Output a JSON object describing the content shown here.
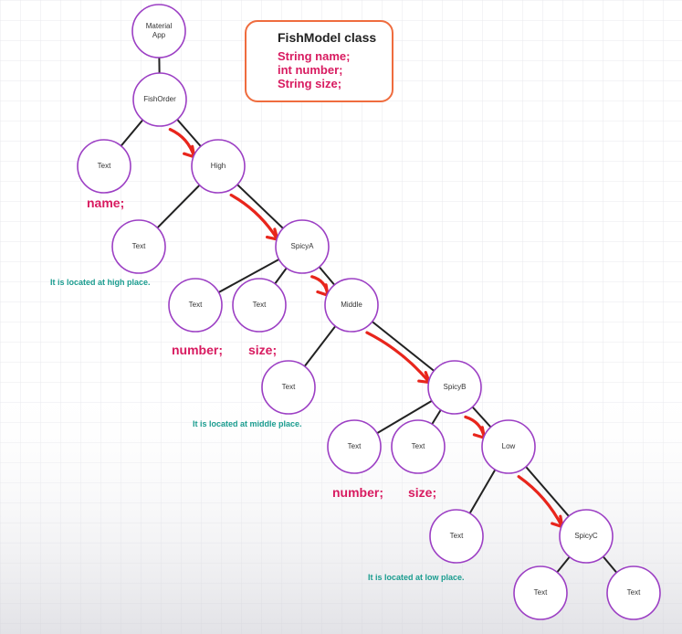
{
  "class_box": {
    "title": "FishModel class",
    "fields": [
      "String name;",
      "int number;",
      "String size;"
    ]
  },
  "nodes": [
    {
      "id": "material-app",
      "lines": [
        "Material",
        "App"
      ]
    },
    {
      "id": "fishorder",
      "lines": [
        "FishOrder"
      ]
    },
    {
      "id": "text-name",
      "lines": [
        "Text"
      ]
    },
    {
      "id": "high",
      "lines": [
        "High"
      ]
    },
    {
      "id": "text-high",
      "lines": [
        "Text"
      ]
    },
    {
      "id": "spicya",
      "lines": [
        "SpicyA"
      ]
    },
    {
      "id": "text-number-a",
      "lines": [
        "Text"
      ]
    },
    {
      "id": "text-size-a",
      "lines": [
        "Text"
      ]
    },
    {
      "id": "middle",
      "lines": [
        "Middle"
      ]
    },
    {
      "id": "text-middle",
      "lines": [
        "Text"
      ]
    },
    {
      "id": "spicyb",
      "lines": [
        "SpicyB"
      ]
    },
    {
      "id": "text-number-b",
      "lines": [
        "Text"
      ]
    },
    {
      "id": "text-size-b",
      "lines": [
        "Text"
      ]
    },
    {
      "id": "low",
      "lines": [
        "Low"
      ]
    },
    {
      "id": "text-low",
      "lines": [
        "Text"
      ]
    },
    {
      "id": "spicyc",
      "lines": [
        "SpicyC"
      ]
    },
    {
      "id": "text-c1",
      "lines": [
        "Text"
      ]
    },
    {
      "id": "text-c2",
      "lines": [
        "Text"
      ]
    }
  ],
  "edges": [
    [
      "material-app",
      "fishorder"
    ],
    [
      "fishorder",
      "text-name"
    ],
    [
      "fishorder",
      "high"
    ],
    [
      "high",
      "text-high"
    ],
    [
      "high",
      "spicya"
    ],
    [
      "spicya",
      "text-number-a"
    ],
    [
      "spicya",
      "text-size-a"
    ],
    [
      "spicya",
      "middle"
    ],
    [
      "middle",
      "text-middle"
    ],
    [
      "middle",
      "spicyb"
    ],
    [
      "spicyb",
      "text-number-b"
    ],
    [
      "spicyb",
      "text-size-b"
    ],
    [
      "spicyb",
      "low"
    ],
    [
      "low",
      "text-low"
    ],
    [
      "low",
      "spicyc"
    ],
    [
      "spicyc",
      "text-c1"
    ],
    [
      "spicyc",
      "text-c2"
    ]
  ],
  "arrows": [
    [
      "fishorder",
      "high"
    ],
    [
      "high",
      "spicya"
    ],
    [
      "spicya",
      "middle"
    ],
    [
      "middle",
      "spicyb"
    ],
    [
      "spicyb",
      "low"
    ],
    [
      "low",
      "spicyc"
    ]
  ],
  "annotations": [
    {
      "id": "name-label",
      "text": "name;",
      "style": "red"
    },
    {
      "id": "number-a-label",
      "text": "number;",
      "style": "red"
    },
    {
      "id": "size-a-label",
      "text": "size;",
      "style": "red"
    },
    {
      "id": "number-b-label",
      "text": "number;",
      "style": "red"
    },
    {
      "id": "size-b-label",
      "text": "size;",
      "style": "red"
    },
    {
      "id": "high-place-label",
      "text": "It is located at high place.",
      "style": "green"
    },
    {
      "id": "middle-place-label",
      "text": "It is located at middle place.",
      "style": "green"
    },
    {
      "id": "low-place-label",
      "text": "It is located at low place.",
      "style": "green"
    }
  ],
  "colors": {
    "node_stroke": "#9c3fc4",
    "edge": "#222222",
    "arrow": "#e8251c",
    "field_text": "#d81b60",
    "place_text": "#1a9c8f",
    "class_border": "#ef6c3e"
  }
}
